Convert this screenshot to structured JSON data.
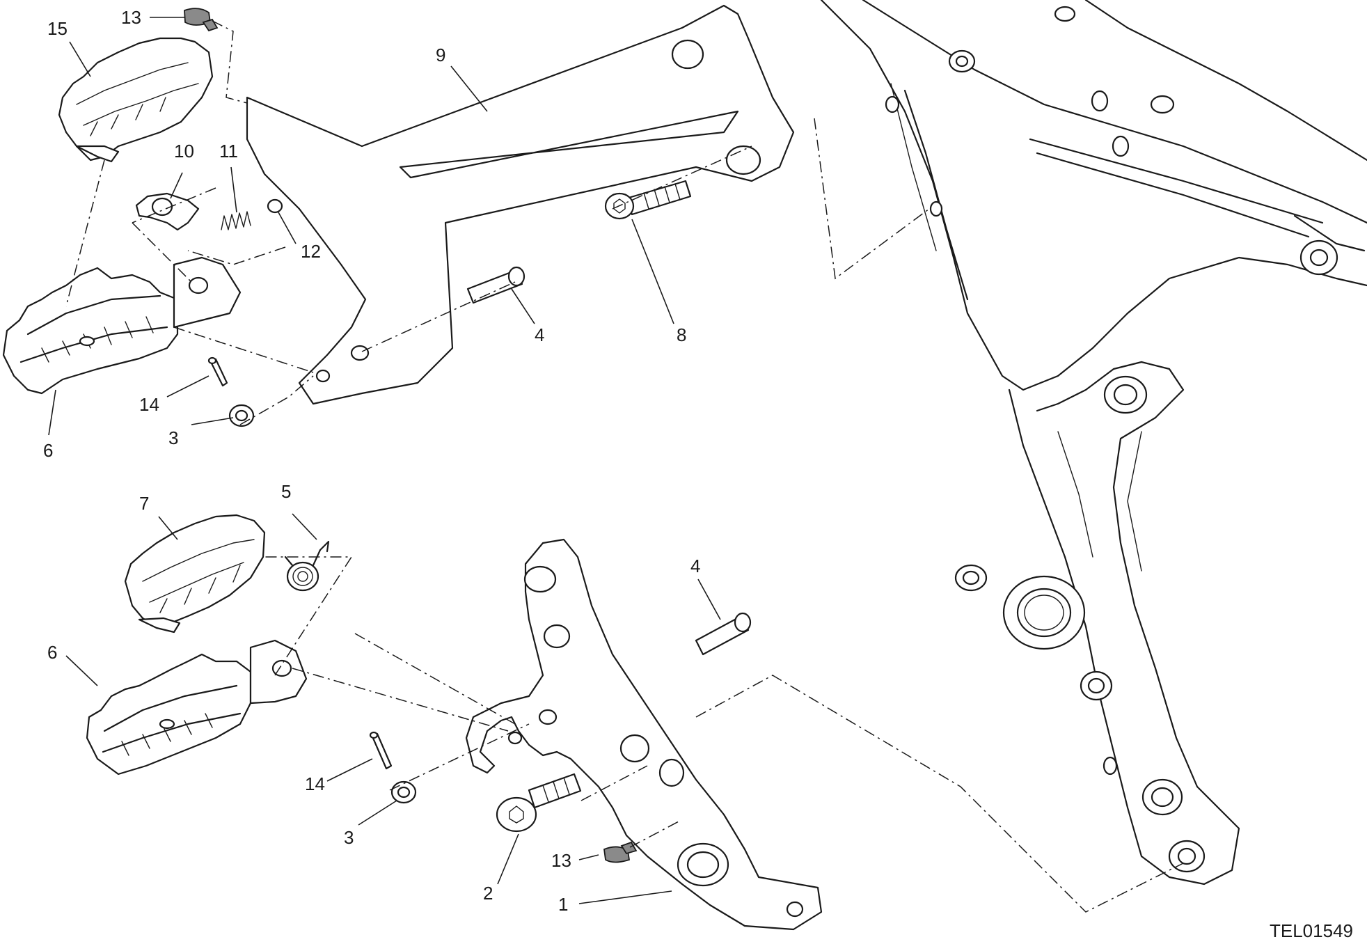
{
  "reference_code": "TEL01549",
  "callouts": {
    "c1": "1",
    "c2": "2",
    "c3_top": "3",
    "c3_bottom": "3",
    "c4_top": "4",
    "c4_bottom": "4",
    "c5": "5",
    "c6_top": "6",
    "c6_bottom": "6",
    "c7": "7",
    "c8": "8",
    "c9": "9",
    "c10": "10",
    "c11": "11",
    "c12": "12",
    "c13_top": "13",
    "c13_bottom": "13",
    "c14_top": "14",
    "c14_bottom": "14",
    "c15": "15"
  }
}
